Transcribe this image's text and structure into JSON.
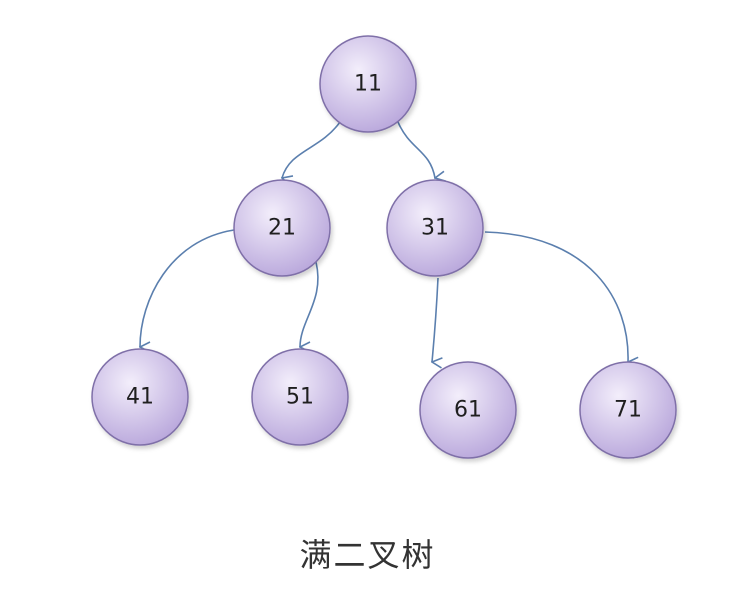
{
  "diagram": {
    "caption": "满二叉树",
    "nodes": [
      {
        "id": "n11",
        "label": "11"
      },
      {
        "id": "n21",
        "label": "21"
      },
      {
        "id": "n31",
        "label": "31"
      },
      {
        "id": "n41",
        "label": "41"
      },
      {
        "id": "n51",
        "label": "51"
      },
      {
        "id": "n61",
        "label": "61"
      },
      {
        "id": "n71",
        "label": "71"
      }
    ],
    "edges": [
      {
        "from": "n11",
        "to": "n21"
      },
      {
        "from": "n11",
        "to": "n31"
      },
      {
        "from": "n21",
        "to": "n41"
      },
      {
        "from": "n21",
        "to": "n51"
      },
      {
        "from": "n31",
        "to": "n61"
      },
      {
        "from": "n31",
        "to": "n71"
      }
    ],
    "colors": {
      "node_fill_light": "#f3eefb",
      "node_fill_dark": "#b8a6db",
      "node_stroke": "#7f6fa8",
      "edge": "#5b7fae"
    }
  }
}
